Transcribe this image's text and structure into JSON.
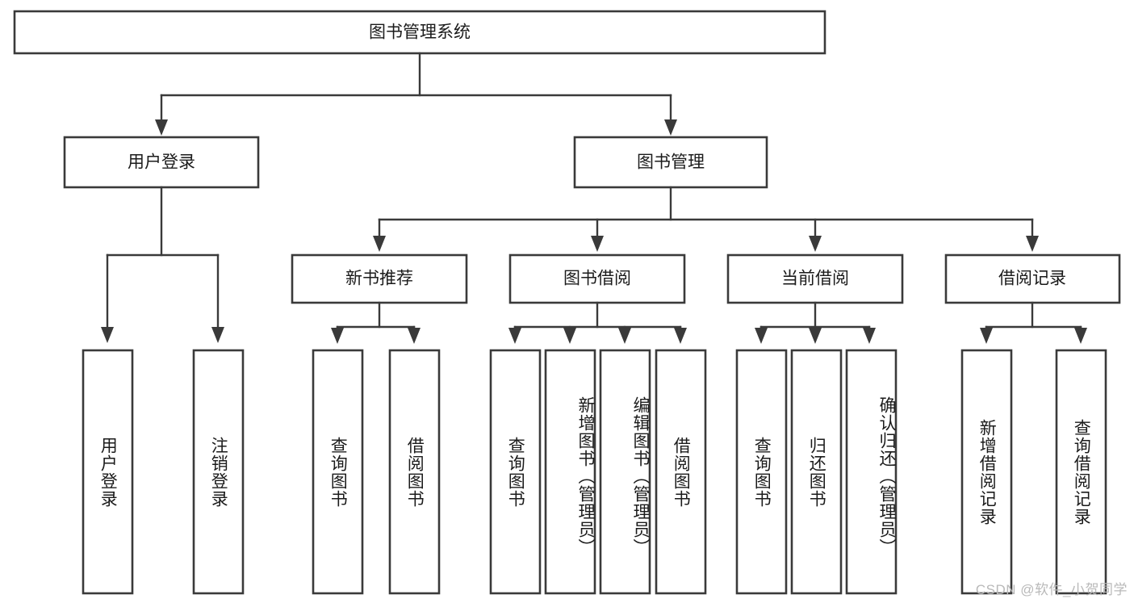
{
  "diagram": {
    "title": "图书管理系统",
    "type": "tree",
    "orientation": "top-down",
    "colors": {
      "box_fill": "#ffffff",
      "box_stroke": "#3a3a3a",
      "connector": "#3a3a3a",
      "text": "#1b1b1b",
      "watermark": "#b9b9b9",
      "background": "#ffffff"
    },
    "root": {
      "id": "root",
      "label": "图书管理系统"
    },
    "level2": [
      {
        "id": "user-login",
        "label": "用户登录"
      },
      {
        "id": "book-manage",
        "label": "图书管理"
      }
    ],
    "level3": [
      {
        "id": "new-book-recommend",
        "label": "新书推荐",
        "parent": "book-manage"
      },
      {
        "id": "book-borrow",
        "label": "图书借阅",
        "parent": "book-manage"
      },
      {
        "id": "current-borrow",
        "label": "当前借阅",
        "parent": "book-manage"
      },
      {
        "id": "borrow-record",
        "label": "借阅记录",
        "parent": "book-manage"
      }
    ],
    "leaves": [
      {
        "id": "leaf-user-login",
        "label": "用户登录",
        "parent": "user-login"
      },
      {
        "id": "leaf-logout-login",
        "label": "注销登录",
        "parent": "user-login"
      },
      {
        "id": "leaf-query-book-1",
        "label": "查询图书",
        "parent": "new-book-recommend"
      },
      {
        "id": "leaf-borrow-book-1",
        "label": "借阅图书",
        "parent": "new-book-recommend"
      },
      {
        "id": "leaf-query-book-2",
        "label": "查询图书",
        "parent": "book-borrow"
      },
      {
        "id": "leaf-add-book",
        "label": "新增图书（管理员）",
        "parent": "book-borrow"
      },
      {
        "id": "leaf-edit-book",
        "label": "编辑图书（管理员）",
        "parent": "book-borrow"
      },
      {
        "id": "leaf-borrow-book-2",
        "label": "借阅图书",
        "parent": "book-borrow"
      },
      {
        "id": "leaf-query-book-3",
        "label": "查询图书",
        "parent": "current-borrow"
      },
      {
        "id": "leaf-return-book",
        "label": "归还图书",
        "parent": "current-borrow"
      },
      {
        "id": "leaf-confirm-return",
        "label": "确认归还（管理员）",
        "parent": "current-borrow"
      },
      {
        "id": "leaf-add-record",
        "label": "新增借阅记录",
        "parent": "borrow-record"
      },
      {
        "id": "leaf-query-record",
        "label": "查询借阅记录",
        "parent": "borrow-record"
      }
    ],
    "watermark": "CSDN @软件_小贺同学"
  }
}
